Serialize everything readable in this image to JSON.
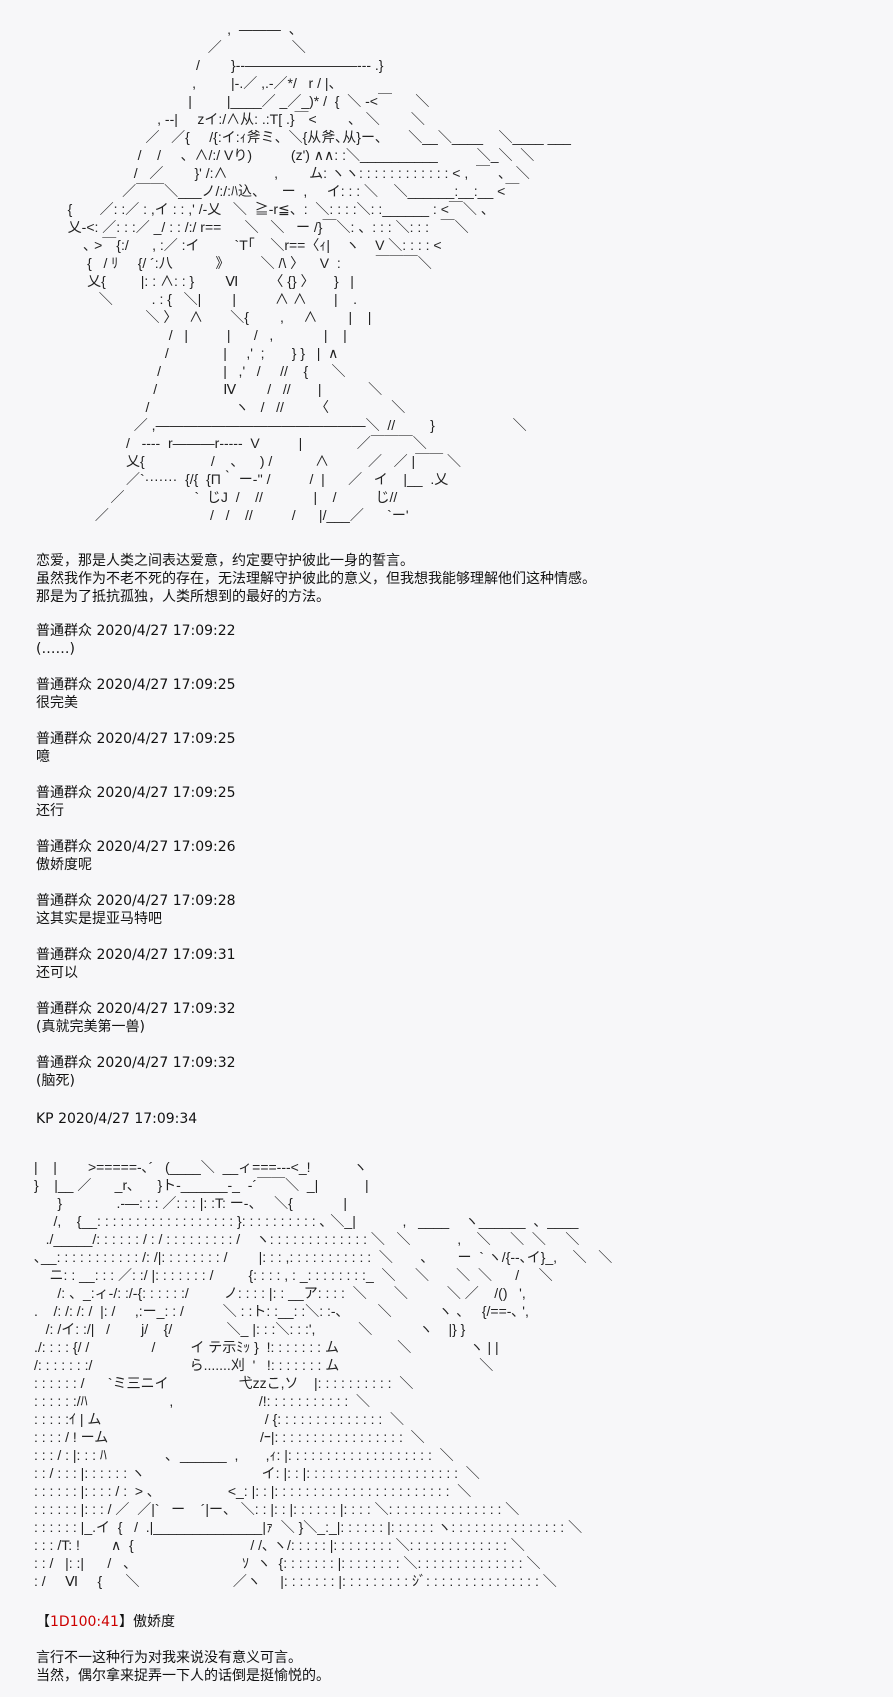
{
  "ascii_art_top": [
    "                                            ,  ―――  、",
    "                                       ／                  ＼",
    "                                    /        }--――――――――--- .}",
    "                                   ,         |-.／ ,.-／*/   r / |、",
    "                                  |         |____／ _／_)* /  {  ＼ -<￣      ＼",
    "                          , --|     zイ:/∧从: .:T[ .}￣<        、 ＼        ＼",
    "                       ／   ／{     /{:イ:ｨ斧ミ、＼{从斧､从}ー、     ＼__＼____    ＼____ ___",
    "                     /    /     、∧/:/ Vり)          (z') ∧∧: :＼__________          ＼_＼  ＼",
    "                    /   ／        }' /:∧            ,        ム: ヽヽ: : : : : : : : : : : : < ,  ￣  、 ＼",
    "                 ／￣￣＼___ノ/:/:ﾊ込、    ー  ,     イ: : : ＼    ＼______:__:__ <￣",
    "   {       ／: :／ : ,イ : : ,' /-乂   ＼  ≧-r≦、:  ＼: : : :＼: :______ : <￣＼ 、",
    "   乂-<: ／: : :／ _/ : : /:/ r==      ＼   ＼   ー /}￣＼: 、: : : ＼: : :   ￣＼",
    "       ､ >￣{:/      , :／ :イ         `T｢    ＼r==〈ｨ|    ヽ    V ＼: : : : <",
    "        {   / ﾘ     {/ ´:八           》        ＼ /\\ 〉    V  :         ￣￣￣＼",
    "        乂{         |: : ∧: : }        Ⅵ        〈 {} 〉     }   |",
    "           ＼          . : {   ＼|        |          ∧ ∧       |    .",
    "                       ＼ 〉   ∧       ＼{        ,     ∧        |    |",
    "                             /   |          |      /   ,             |    |",
    "                            /              |     ,'  ;       } }   |  ∧",
    "                          /                |   ,'   /     //    {      ＼",
    "                         /                 Ⅳ        /   //       |            ＼",
    "                       /                      ヽ   /   //        〈                ＼",
    "                    ／ ,―――――――――――――――＼  //         }                    ＼",
    "                  /   ----  r―――r-----  V          |              ／￣￣￣＼",
    "                  乂{                 /    、    ) /           ∧          ／   ／ |￣￣ ＼",
    "                  ／`·······  {/{  {Π｀ ー‐'' /          /  |      ／   イ    |__  .乂",
    "              ／                  `  じJ  /    //             |    /          じ//",
    "          ／                          /   /    //          /      |/___／      `ー'"
  ],
  "narration": [
    "恋爱，那是人类之间表达爱意，约定要守护彼此一身的誓言。",
    "虽然我作为不老不死的存在，无法理解守护彼此的意义，但我想我能够理解他们这种情感。",
    "那是为了抵抗孤独，人类所想到的最好的方法。"
  ],
  "messages": [
    {
      "user": "普通群众",
      "time": "2020/4/27 17:09:22",
      "text": "(……)"
    },
    {
      "user": "普通群众",
      "time": "2020/4/27 17:09:25",
      "text": "很完美"
    },
    {
      "user": "普通群众",
      "time": "2020/4/27 17:09:25",
      "text": "噫"
    },
    {
      "user": "普通群众",
      "time": "2020/4/27 17:09:25",
      "text": "还行"
    },
    {
      "user": "普通群众",
      "time": "2020/4/27 17:09:26",
      "text": "傲娇度呢"
    },
    {
      "user": "普通群众",
      "time": "2020/4/27 17:09:28",
      "text": "这其实是提亚马特吧"
    },
    {
      "user": "普通群众",
      "time": "2020/4/27 17:09:31",
      "text": "还可以"
    },
    {
      "user": "普通群众",
      "time": "2020/4/27 17:09:32",
      "text": "(真就完美第一兽)"
    },
    {
      "user": "普通群众",
      "time": "2020/4/27 17:09:32",
      "text": "(脑死)"
    }
  ],
  "kp": {
    "user": "KP",
    "time": "2020/4/27 17:09:34"
  },
  "ascii_art_bottom": [
    "|    |        >=====-､´   (____＼  __ィ===---<_!           ヽ",
    "}    |__ ／      _r､      }ト-______-_  -´￣￣＼  _|            |",
    "      }              .-―: : : ／: : : |: :T: ー-、   ＼{             |",
    "     /,    {__: : : : : : : : : : : : : : : : : : }: : : : : : : : : : ､ ＼_|            ,   ____    ヽ______  、____",
    "   ./_____/: : : : : : / : / : : : : : : : : : /    ヽ: : : : : : : : : : : : : ＼   ＼            ,    ＼     ＼  ＼     ＼",
    "､__: : : : : : : : : : : /: /|: : : : : : : : /        |: : : ,: : : : : : : : : : :  ＼       、      ー  ` ヽ/{--､イ}_,    ＼   ＼",
    "    ニ: : __: : : ／: :/ |: : : : : : : /         {: : : : , : _: : : : : : : :_  ＼     ＼       ＼  ＼      /     ＼",
    "      /: 、_:ィ-/: :/-{: : : : : :/         ノ: : : : |: : __ア: : : :  ＼       ＼          ＼ ／    /()   ',",
    ".    /: /: /: /  |: /     ,:ー_: : /          ＼ : :ト: :__: :＼: :-､         ＼            ヽ 、   {/==-､ ',",
    "   /: /イ: :/|   /        j/    {/              ＼_ |: : :＼: : :',           ＼            ヽ    |} }",
    "./: : : : {/ /                /         イ テ示ﾐｯ }  !: : : : : : : ム               ＼               ヽ | |",
    "/: : : : : : :/                         ら.......刈  '   !: : : : : : : ム                                    ＼",
    ": : : : : : /      `ミ三ニイ                  弋zzこ,ソ    |: : : : : : : : : :  ＼",
    ": : : : : :/ﾊ                     ,                      /!: : : : : : : : : : :  ＼",
    ": : : : :ｲ | ム                                          / {: : : : : : : : : : : : : :  ＼",
    ": : : : / ! ーム                                       /ｰ|: : : : : : : : : : : : : : : : :  ＼",
    ": : : / : |: : : ﾊ               ､  ______  ,       ,ｨ: |: : : : : : : : : : : : : : : : : : :  ＼",
    ": : / : : : |: : : : : : ヽ                              イ: |: : |: : : : : : : : : : : : : : : : : : : :  ＼",
    ": : : : : : |: : : : / :  > ､                   <_: |: : |: : : : : : : : : : : : : : : : : : : : : : :  ＼",
    ": : : : : : |: : : / ／  ／|`   ー    ´|ー、 ＼: : |: : |: : : : : : |: : : : ＼: : : : : : : : : : : : : : : ＼",
    ": : : : : : |_.イ  {   /  .|______________|ｧ  ＼ }＼_:_|: : : : : : |: : : : : : ヽ: : : : : : : : : : : : : : : ＼",
    ": : : /T: !        ∧  {                              / /､ ヽ/: : : : : |: : : : : : : : ＼: : : : : : : : : : : : : ＼",
    ": : /   |: :|      /   、                           ｿ  ヽ  {: : : : : : : |: : : : : : : : ＼: : : : : : : : : : : : : : ＼",
    ": /     Ⅵ     {      ＼                        ／ヽ     |: : : : : : : |: : : : : : : : : ｼﾞ: : : : : : : : : : : : : : : ＼"
  ],
  "dice": {
    "open": "【",
    "roll": "1D100:41",
    "close": "】",
    "label": "傲娇度"
  },
  "closing": [
    "言行不一这种行为对我来说没有意义可言。",
    "当然，偶尔拿来捉弄一下人的话倒是挺愉悦的。"
  ],
  "colors": {
    "background": "#f7f7f9",
    "text": "#111111",
    "dice": "#cc0000"
  }
}
